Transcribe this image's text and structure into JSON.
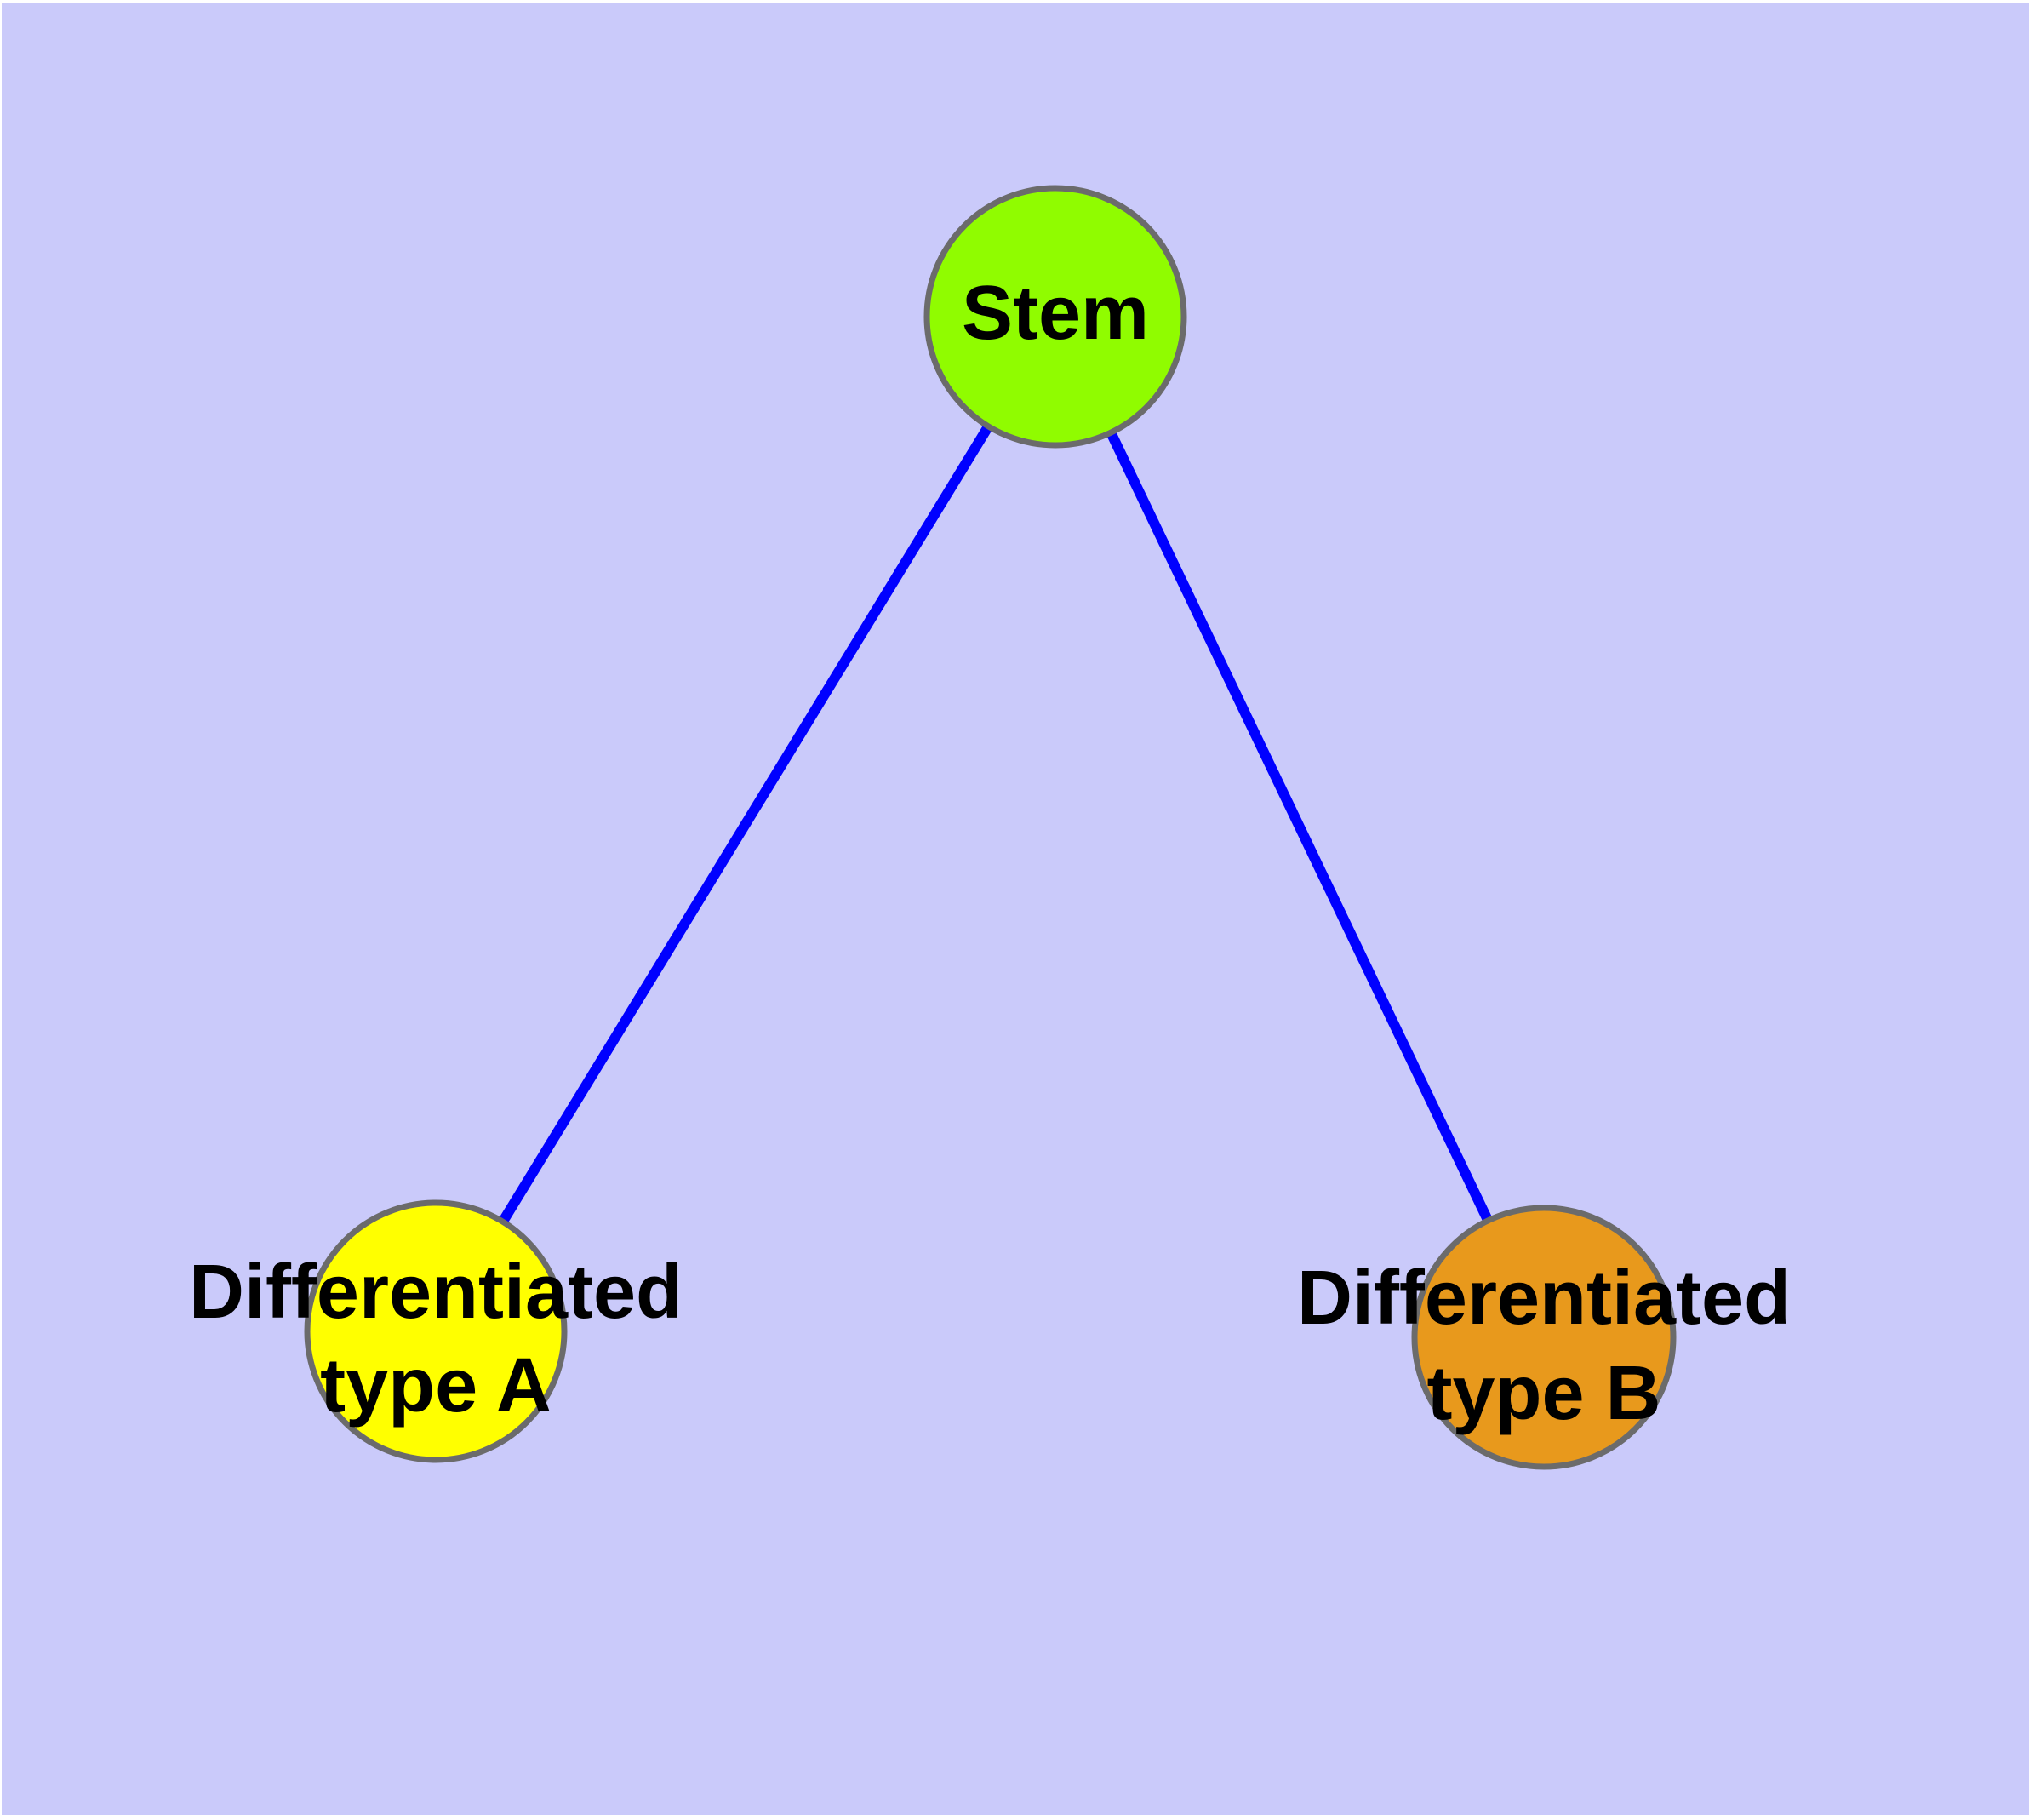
{
  "figure": {
    "type": "graph-diagram",
    "title": "",
    "colors": {
      "page_background": "#FFFFFF",
      "plot_background": "#CACAFA",
      "edge": "#0000FF",
      "node_border": "#6B6B6B",
      "label": "#000000"
    },
    "nodes": [
      {
        "id": "stem",
        "label": "Stem",
        "lines": [
          "Stem"
        ],
        "fill": "#90FC00"
      },
      {
        "id": "type-a",
        "label": "Differentiated type A",
        "lines": [
          "Differentiated",
          "type A"
        ],
        "fill": "#FFFF00"
      },
      {
        "id": "type-b",
        "label": "Differentiated type B",
        "lines": [
          "Differentiated",
          "type B"
        ],
        "fill": "#E8991C"
      }
    ],
    "edges": [
      {
        "from": "Stem",
        "to": "Differentiated type A"
      },
      {
        "from": "Stem",
        "to": "Differentiated type B"
      }
    ]
  }
}
